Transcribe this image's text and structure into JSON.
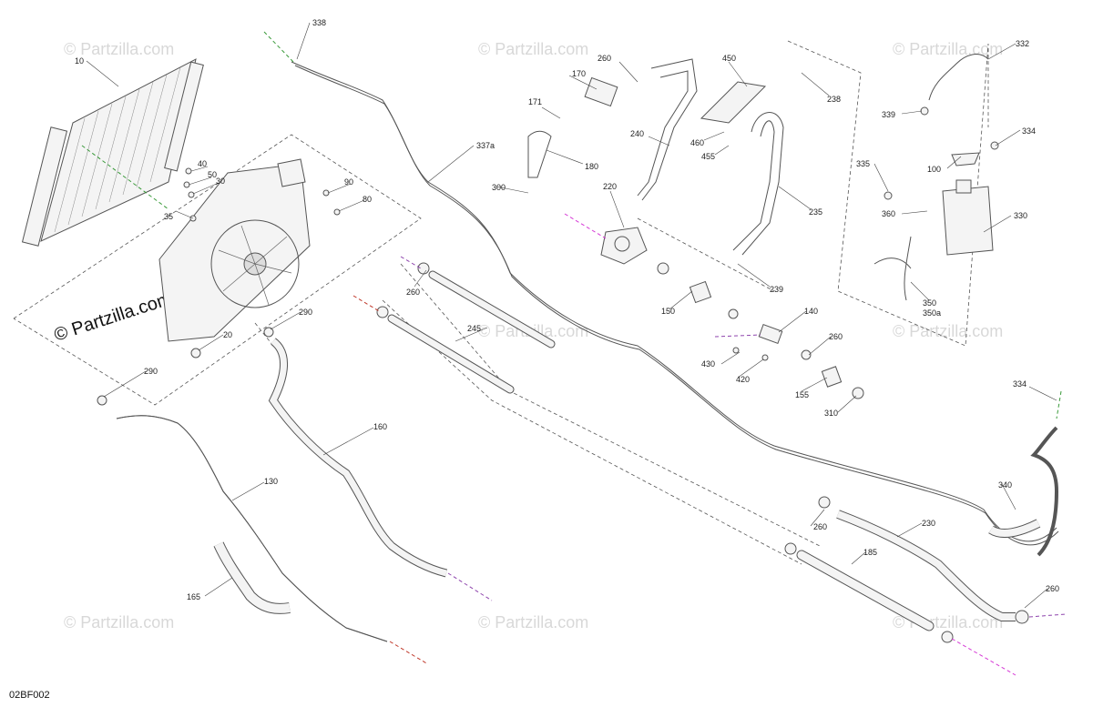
{
  "watermarks": {
    "text": "© Partzilla.com",
    "text_big": "© Partzilla.com"
  },
  "diagram_code": "02BF002",
  "callouts": {
    "c10": "10",
    "c338": "338",
    "c337a": "337a",
    "c260a": "260",
    "c170": "170",
    "c171": "171",
    "c180": "180",
    "c240": "240",
    "c450": "450",
    "c460": "460",
    "c455": "455",
    "c238": "238",
    "c235": "235",
    "c239": "239",
    "c220": "220",
    "c300": "300",
    "c40": "40",
    "c50": "50",
    "c30": "30",
    "c35": "35",
    "c90": "90",
    "c80": "80",
    "c20": "20",
    "c290a": "290",
    "c290b": "290",
    "c260b": "260",
    "c245": "245",
    "c150": "150",
    "c140": "140",
    "c260c": "260",
    "c430": "430",
    "c420": "420",
    "c155": "155",
    "c310": "310",
    "c332": "332",
    "c339": "339",
    "c334a": "334",
    "c335": "335",
    "c100": "100",
    "c360": "360",
    "c330": "330",
    "c350": "350",
    "c350a": "350a",
    "c334b": "334",
    "c340": "340",
    "c160": "160",
    "c130": "130",
    "c165": "165",
    "c260d": "260",
    "c230": "230",
    "c185": "185",
    "c260e": "260"
  },
  "colors": {
    "line": "#555555",
    "accent_green": "#3a9a3a",
    "accent_red": "#c0392b",
    "accent_purple": "#8e44ad",
    "accent_magenta": "#d63ad6",
    "watermark": "#d8d8d8"
  }
}
